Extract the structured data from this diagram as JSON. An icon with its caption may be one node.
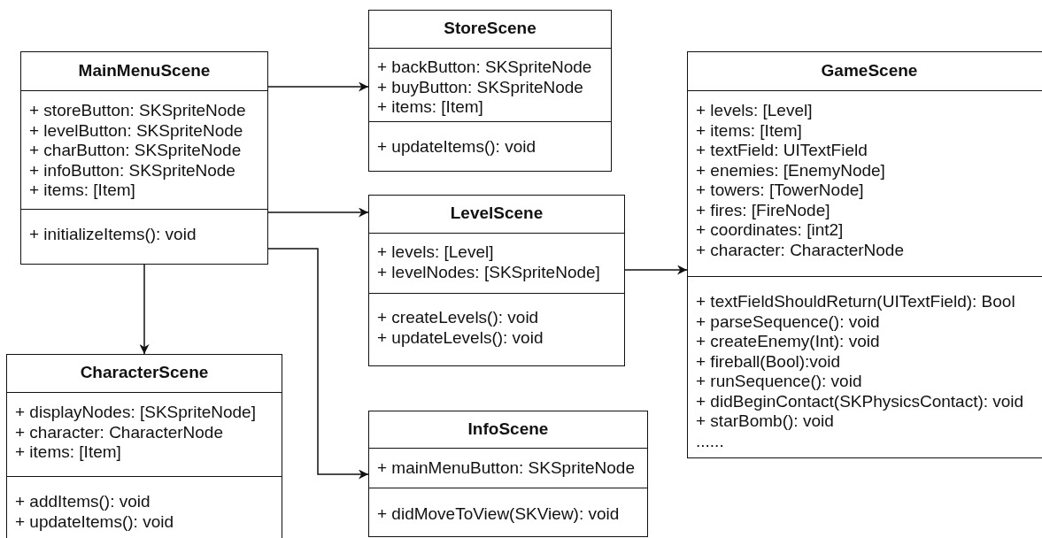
{
  "diagram": {
    "nodes": [
      {
        "text": [
          "MainMenuScene"
        ]
      },
      {
        "text": [
          "+ storeButton: SKSpriteNode",
          "+ levelButton: SKSpriteNode",
          "+ charButton: SKSpriteNode",
          "+ infoButton: SKSpriteNode",
          "+ items: [Item]"
        ],
        "in": 0
      },
      {
        "text": [
          "+ initializeItems(): void"
        ],
        "in": 0
      },
      {
        "text": [
          "StoreScene"
        ]
      },
      {
        "text": [
          "+ backButton: SKSpriteNode",
          "+ buyButton: SKSpriteNode",
          "+ items: [Item]"
        ],
        "in": 3
      },
      {
        "text": [
          "+ updateItems(): void"
        ],
        "in": 3
      },
      {
        "text": [
          "GameScene"
        ]
      },
      {
        "text": [
          "+ levels: [Level]",
          "+ items: [Item]",
          "+ textField: UITextField",
          "+ enemies: [EnemyNode]",
          "+ towers: [TowerNode]",
          "+ fires: [FireNode]",
          "+ coordinates: [int2]",
          "+ character: CharacterNode"
        ],
        "in": 6
      },
      {
        "text": [
          "+ textFieldShouldReturn(UITextField): Bool",
          "+ parseSequence(): void",
          "+ createEnemy(Int): void",
          "+ fireball(Bool):void",
          "+ runSequence(): void",
          "+ didBeginContact(SKPhysicsContact): void",
          "+ starBomb(): void",
          "......"
        ],
        "in": 6
      },
      {
        "text": [
          "LevelScene"
        ]
      },
      {
        "text": [
          "+ levels: [Level]",
          "+ levelNodes: [SKSpriteNode]"
        ],
        "in": 9
      },
      {
        "text": [
          "+ createLevels(): void",
          "+ updateLevels(): void"
        ],
        "in": 9
      },
      {
        "text": [
          "CharacterScene"
        ]
      },
      {
        "text": [
          "+ displayNodes: [SKSpriteNode]",
          "+ character: CharacterNode",
          "+ items: [Item]"
        ],
        "in": 12
      },
      {
        "text": [
          "+ addItems(): void",
          "+ updateItems(): void"
        ],
        "in": 12
      },
      {
        "text": [
          "InfoScene"
        ]
      },
      {
        "text": [
          "+ mainMenuButton: SKSpriteNode"
        ],
        "in": 15
      },
      {
        "text": [
          "+ didMoveToView(SKView): void"
        ],
        "in": 15
      }
    ],
    "edges": [
      {
        "from": 0,
        "to": 3,
        "arrow": "to"
      },
      {
        "from": 0,
        "to": 9,
        "arrow": "to"
      },
      {
        "from": 0,
        "to": 12,
        "arrow": "to"
      },
      {
        "from": 0,
        "to": 15,
        "arrow": "to"
      },
      {
        "from": 9,
        "to": 6,
        "arrow": "to"
      }
    ]
  }
}
